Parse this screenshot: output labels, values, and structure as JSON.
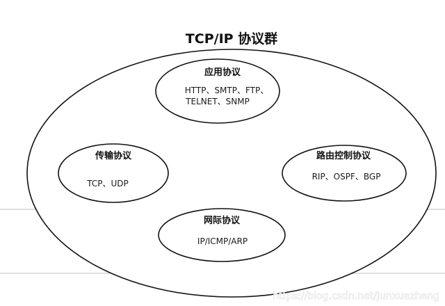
{
  "diagram": {
    "title": "TCP/IP 协议群",
    "nodes": {
      "application": {
        "title": "应用协议",
        "lines": [
          "HTTP、SMTP、FTP、",
          "TELNET、SNMP"
        ]
      },
      "transport": {
        "title": "传输协议",
        "lines": [
          "TCP、UDP"
        ]
      },
      "routing": {
        "title": "路由控制协议",
        "lines": [
          "RIP、OSPF、BGP"
        ]
      },
      "network": {
        "title": "网际协议",
        "lines": [
          "IP/ICMP/ARP"
        ]
      }
    }
  },
  "watermark": "https://blog.csdn.net/junxuezheng"
}
